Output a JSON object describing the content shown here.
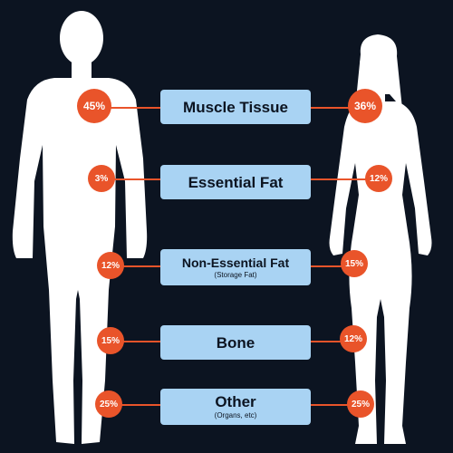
{
  "rows": [
    {
      "label": "Muscle Tissue",
      "sublabel": "",
      "male": "45%",
      "female": "36%"
    },
    {
      "label": "Essential Fat",
      "sublabel": "",
      "male": "3%",
      "female": "12%"
    },
    {
      "label": "Non-Essential Fat",
      "sublabel": "(Storage Fat)",
      "male": "12%",
      "female": "15%"
    },
    {
      "label": "Bone",
      "sublabel": "",
      "male": "15%",
      "female": "12%"
    },
    {
      "label": "Other",
      "sublabel": "(Organs, etc)",
      "male": "25%",
      "female": "25%"
    }
  ],
  "colors": {
    "background": "#0c1421",
    "silhouette": "#ffffff",
    "label_box": "#a9d3f3",
    "accent": "#e9542a"
  }
}
